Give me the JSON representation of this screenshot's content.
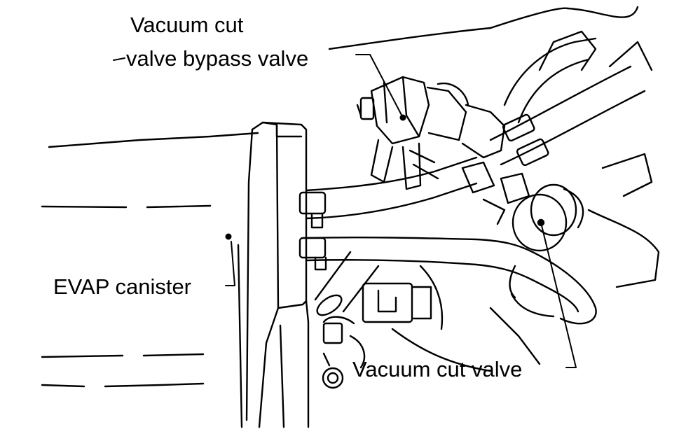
{
  "labels": {
    "bypass_line1": "Vacuum cut",
    "bypass_line2": "valve bypass valve",
    "canister": "EVAP canister",
    "cut_valve": "Vacuum cut valve"
  },
  "colors": {
    "ink": "#000000",
    "paper": "#ffffff"
  }
}
